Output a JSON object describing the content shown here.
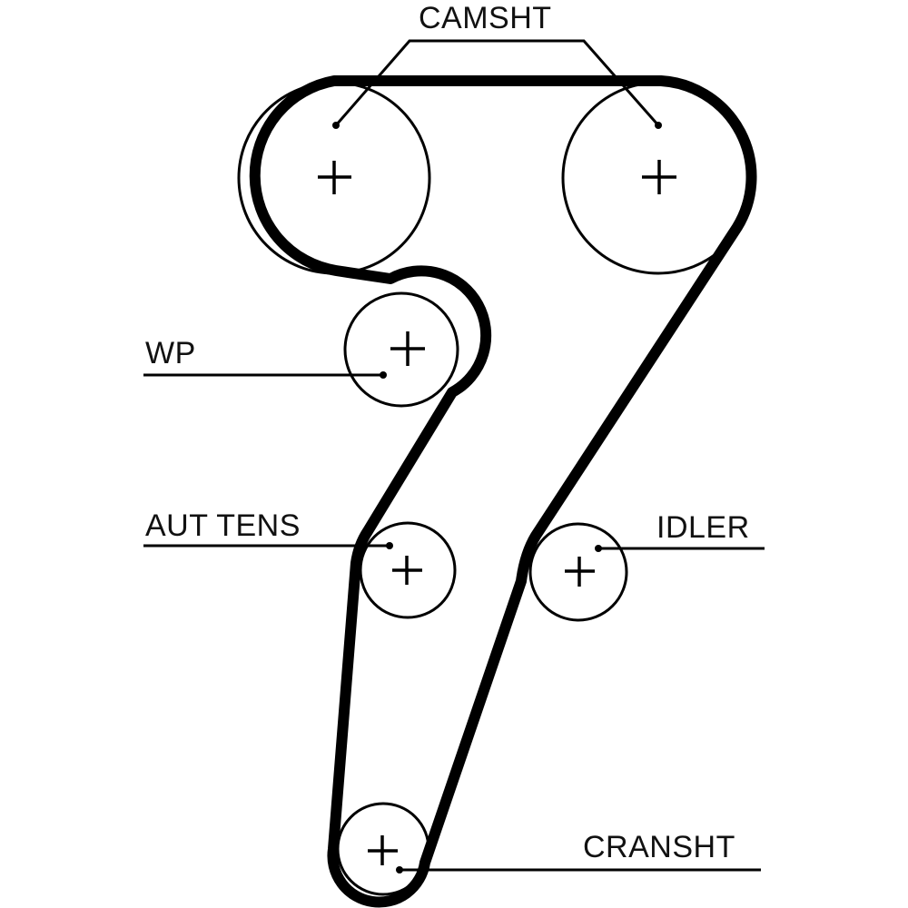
{
  "diagram": {
    "title": "Timing belt routing",
    "labels": {
      "camshaft": "CAMSHT",
      "water_pump": "WP",
      "auto_tensioner": "AUT TENS",
      "idler": "IDLER",
      "crankshaft": "CRANSHT"
    },
    "pulleys": [
      {
        "id": "camshaft-left",
        "label_ref": "camshaft"
      },
      {
        "id": "camshaft-right",
        "label_ref": "camshaft"
      },
      {
        "id": "water-pump",
        "label_ref": "water_pump"
      },
      {
        "id": "auto-tensioner",
        "label_ref": "auto_tensioner"
      },
      {
        "id": "idler",
        "label_ref": "idler"
      },
      {
        "id": "crankshaft",
        "label_ref": "crankshaft"
      }
    ],
    "colors": {
      "line": "#000000",
      "background": "#ffffff"
    }
  }
}
